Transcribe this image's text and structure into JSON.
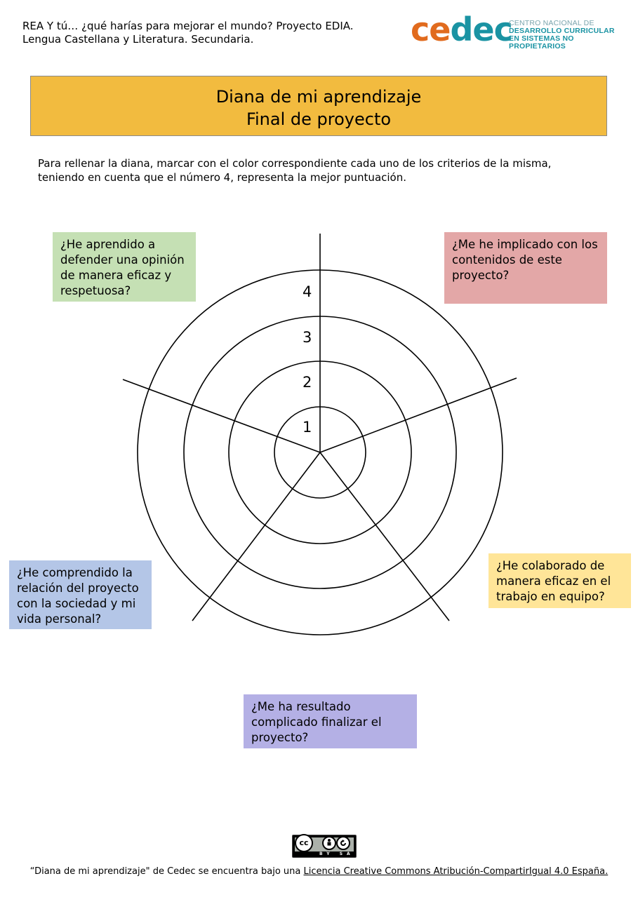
{
  "header": {
    "line1": "REA Y tú… ¿qué harías para mejorar el mundo? Proyecto EDIA.",
    "line2": "Lengua Castellana y Literatura. Secundaria."
  },
  "logo": {
    "word_part1": "ce",
    "word_part2": "dec",
    "sub1": "CENTRO NACIONAL DE",
    "sub2": "DESARROLLO CURRICULAR",
    "sub3": "EN SISTEMAS NO PROPIETARIOS",
    "colors": {
      "orange": "#e16b1e",
      "teal": "#1a93a3"
    }
  },
  "title": {
    "line1": "Diana de mi aprendizaje",
    "line2": "Final de proyecto",
    "background": "#f2bb3f"
  },
  "instructions": {
    "line1": "Para rellenar la diana, marcar con el color correspondiente cada uno de los criterios de la misma,",
    "line2": "teniendo en cuenta que el número 4, representa la mejor puntuación."
  },
  "target": {
    "ring_labels": [
      "1",
      "2",
      "3",
      "4"
    ],
    "criteria": [
      {
        "text": "¿He aprendido a defender una opinión de manera eficaz y respetuosa?",
        "color": "#c5e0b4"
      },
      {
        "text": "¿Me he implicado con los contenidos de este proyecto?",
        "color": "#e3a7a7"
      },
      {
        "text": "¿He colaborado de manera eficaz en el trabajo en equipo?",
        "color": "#ffe598"
      },
      {
        "text": "¿He comprendido la relación del proyecto con la sociedad y mi vida personal?",
        "color": "#b4c6e7"
      },
      {
        "text": "¿Me ha resultado complicado finalizar el proyecto?",
        "color": "#b4b0e5"
      }
    ]
  },
  "questions": {
    "green": [
      "¿He aprendido a",
      "defender una opinión",
      "de manera eficaz y",
      "respetuosa?"
    ],
    "pink": [
      "¿Me he implicado con los",
      "contenidos de este",
      "proyecto?"
    ],
    "yellow": [
      "¿He colaborado de",
      "manera eficaz en el",
      "trabajo en equipo?"
    ],
    "blue": [
      "¿He comprendido la",
      "relación del proyecto",
      "con la sociedad y mi",
      "vida personal?"
    ],
    "purple": [
      "¿Me ha resultado",
      "complicado finalizar el",
      "proyecto?"
    ]
  },
  "license": {
    "badge_c": "cc",
    "badge_by": "BY",
    "badge_sa": "SA",
    "footer_prefix": "“Diana de mi aprendizaje\" de Cedec se encuentra bajo una ",
    "footer_link": "Licencia Creative Commons Atribución-CompartirIgual 4.0 España."
  }
}
